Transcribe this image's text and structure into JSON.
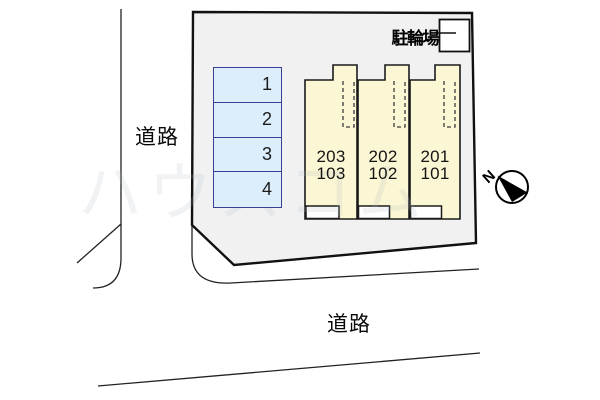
{
  "labels": {
    "bicycle_parking": "駐輪場",
    "road_left": "道路",
    "road_bottom": "道路"
  },
  "compass": {
    "north": "N"
  },
  "parking": {
    "spaces": [
      "1",
      "2",
      "3",
      "4"
    ]
  },
  "buildings": [
    {
      "upper": "203",
      "lower": "103"
    },
    {
      "upper": "202",
      "lower": "102"
    },
    {
      "upper": "201",
      "lower": "101"
    }
  ],
  "watermark": {
    "text": "ハウスコム"
  },
  "colors": {
    "plot_fill": "#f1f1f1",
    "building_fill": "#fbf6d3",
    "parking_fill": "#dceefb",
    "parking_border": "#3b3f94",
    "line": "#111111"
  }
}
